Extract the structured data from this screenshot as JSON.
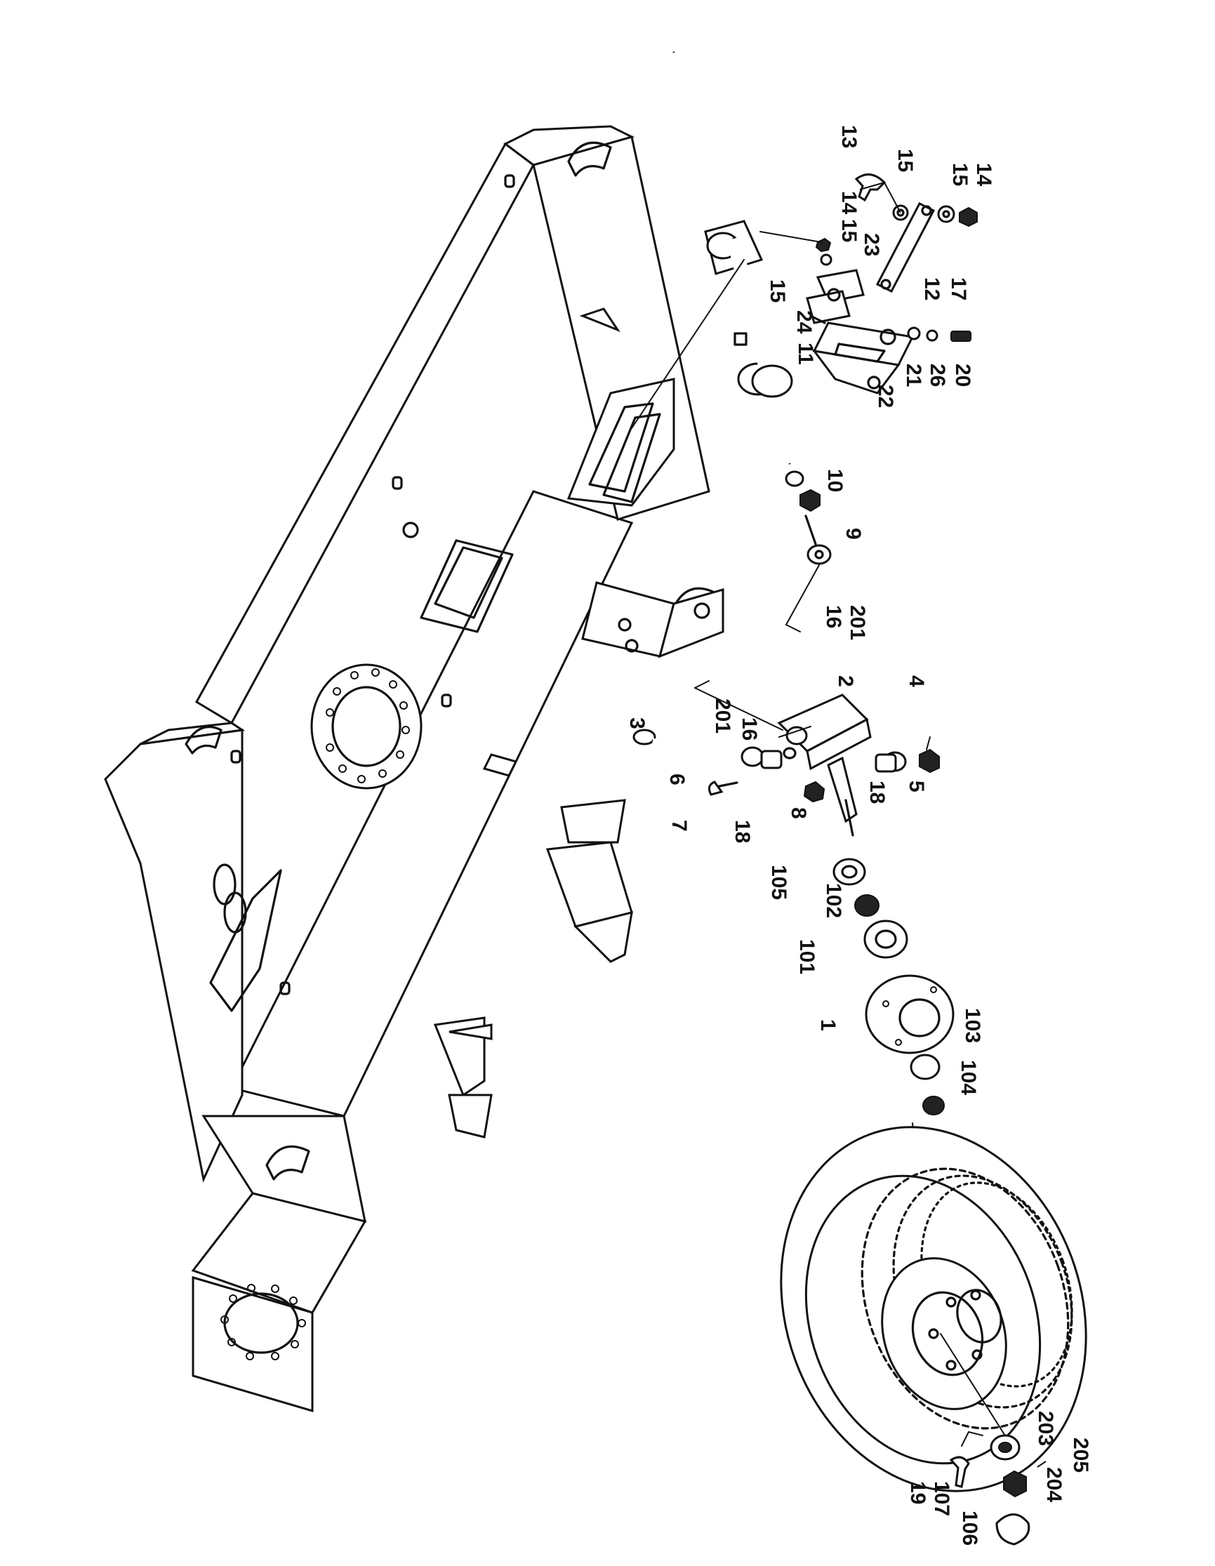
{
  "colors": {
    "ink": "#111111",
    "paper": "#ffffff"
  },
  "labels": [
    {
      "id": "13",
      "text": "13"
    },
    {
      "id": "15a",
      "text": "15"
    },
    {
      "id": "15b",
      "text": "15"
    },
    {
      "id": "14a",
      "text": "14"
    },
    {
      "id": "14b",
      "text": "14"
    },
    {
      "id": "15c",
      "text": "15"
    },
    {
      "id": "23",
      "text": "23"
    },
    {
      "id": "15d",
      "text": "15"
    },
    {
      "id": "24",
      "text": "24"
    },
    {
      "id": "11",
      "text": "11"
    },
    {
      "id": "12",
      "text": "12"
    },
    {
      "id": "17",
      "text": "17"
    },
    {
      "id": "22",
      "text": "22"
    },
    {
      "id": "21",
      "text": "21"
    },
    {
      "id": "26",
      "text": "26"
    },
    {
      "id": "20",
      "text": "20"
    },
    {
      "id": "10",
      "text": "10"
    },
    {
      "id": "9",
      "text": "9"
    },
    {
      "id": "16a",
      "text": "16"
    },
    {
      "id": "201a",
      "text": "201"
    },
    {
      "id": "2",
      "text": "2"
    },
    {
      "id": "4",
      "text": "4"
    },
    {
      "id": "3",
      "text": "3"
    },
    {
      "id": "201b",
      "text": "201"
    },
    {
      "id": "16b",
      "text": "16"
    },
    {
      "id": "6",
      "text": "6"
    },
    {
      "id": "7",
      "text": "7"
    },
    {
      "id": "8",
      "text": "8"
    },
    {
      "id": "18a",
      "text": "18"
    },
    {
      "id": "18b",
      "text": "18"
    },
    {
      "id": "5",
      "text": "5"
    },
    {
      "id": "105",
      "text": "105"
    },
    {
      "id": "102",
      "text": "102"
    },
    {
      "id": "101",
      "text": "101"
    },
    {
      "id": "1",
      "text": "1"
    },
    {
      "id": "103",
      "text": "103"
    },
    {
      "id": "104",
      "text": "104"
    },
    {
      "id": "203",
      "text": "203"
    },
    {
      "id": "205",
      "text": "205"
    },
    {
      "id": "204",
      "text": "204"
    },
    {
      "id": "19",
      "text": "19"
    },
    {
      "id": "107",
      "text": "107"
    },
    {
      "id": "106",
      "text": "106"
    }
  ]
}
